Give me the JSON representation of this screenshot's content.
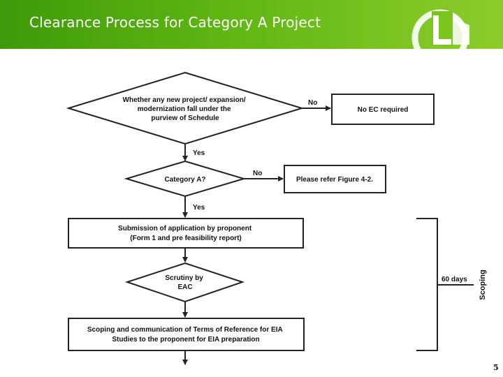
{
  "slide": {
    "title": "Clearance Process for Category A Project",
    "page_number": "5"
  },
  "flowchart": {
    "decision_schedule": [
      "Whether any new project/ expansion/",
      "modernization fall under the",
      "purview of Schedule"
    ],
    "label_no_1": "No",
    "no_ec_required": "No EC required",
    "label_yes_1": "Yes",
    "decision_category_a": "Category A?",
    "label_no_2": "No",
    "refer_figure": "Please refer Figure 4-2.",
    "label_yes_2": "Yes",
    "submission": [
      "Submission of application by proponent",
      "(Form 1 and pre feasibility report)"
    ],
    "scrutiny": [
      "Scrutiny by",
      "EAC"
    ],
    "scoping_box": [
      "Scoping and communication of Terms of Reference for EIA",
      "Studies to the proponent for EIA preparation"
    ],
    "duration_label": "60 days",
    "phase_label": "Scoping"
  }
}
